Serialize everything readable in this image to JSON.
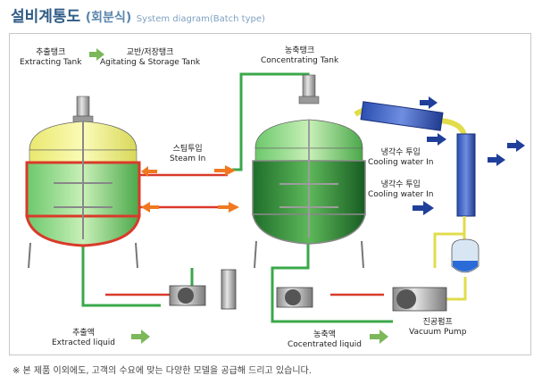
{
  "header": {
    "title_ko": "설비계통도",
    "title_ko_paren": "(회분식)",
    "title_en": "System diagram(Batch type)"
  },
  "labels": {
    "extracting_ko": "추출탱크",
    "extracting_en": "Extracting Tank",
    "agitating_ko": "교반/저장탱크",
    "agitating_en": "Agitating & Storage Tank",
    "concentrating_ko": "농축탱크",
    "concentrating_en": "Concentrating Tank",
    "steam_ko": "스팀투입",
    "steam_en": "Steam In",
    "cooling1_ko": "냉각수 투입",
    "cooling1_en": "Cooling water In",
    "cooling2_ko": "냉각수 투입",
    "cooling2_en": "Cooling water In",
    "extracted_ko": "추출액",
    "extracted_en": "Extracted liquid",
    "concentrated_ko": "농축액",
    "concentrated_en": "Cocentrated liquid",
    "vacuum_ko": "진공펌프",
    "vacuum_en": "Vacuum Pump"
  },
  "footer": {
    "note": "※ 본 제품 이외에도, 고객의 수요에 맞는 다양한 모델을 공급해 드리고 있습니다."
  },
  "colors": {
    "title_blue": "#2e5b86",
    "pipe_green": "#3aa84a",
    "pipe_yellow": "#e8e25a",
    "pipe_red": "#d93a2a",
    "arrow_orange": "#f07820",
    "arrow_blue": "#1f3f9a",
    "arrow_green": "#7cb85a"
  }
}
